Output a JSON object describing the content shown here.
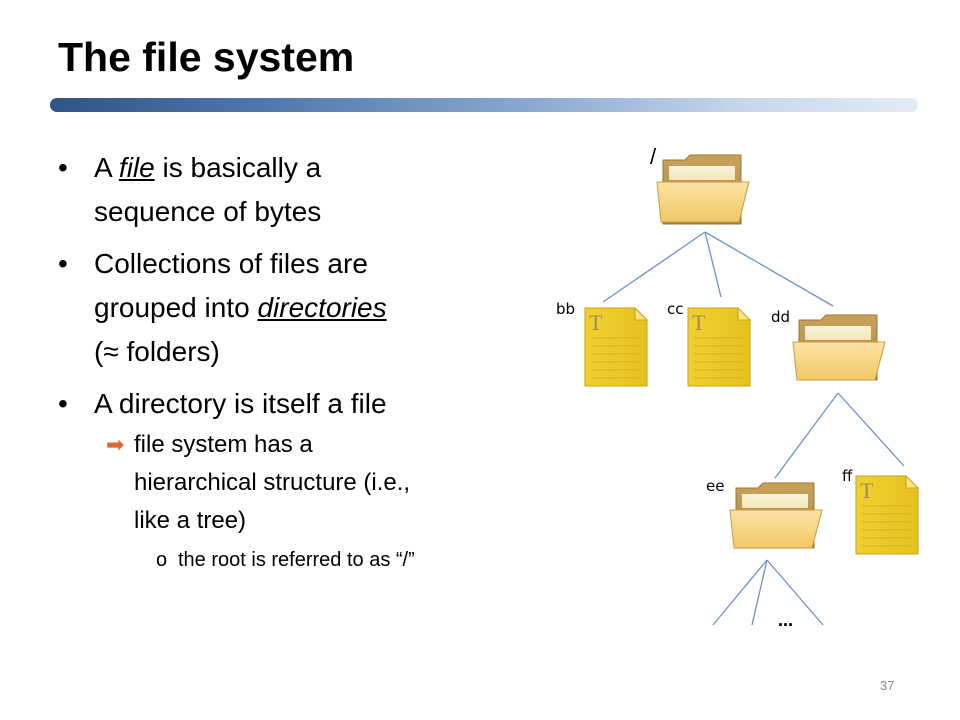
{
  "slide": {
    "title": "The file system",
    "page_number": "37"
  },
  "bullets": {
    "b1_pre": "A ",
    "b1_term": "file",
    "b1_post": " is basically a",
    "b1_line2": "sequence of bytes",
    "b2_line1": "Collections of files are",
    "b2_pre": "grouped into ",
    "b2_term": "directories",
    "b2_line3_pre": "(",
    "b2_approx": "≈",
    "b2_line3_post": " folders)",
    "b3_line1": "A directory is itself a file",
    "sub1_line1": "file system has a",
    "sub1_line2": "hierarchical structure (i.e.,",
    "sub1_line3": "like a tree)",
    "subsub1": "the root is referred to as “/”"
  },
  "tree": {
    "root_label": "/",
    "bb_label": "bb",
    "cc_label": "cc",
    "dd_label": "dd",
    "ee_label": "ee",
    "ff_label": "ff",
    "more_label": "…"
  },
  "icons": {
    "bullet": "bullet-icon",
    "arrow": "arrow-right-icon",
    "folder": "folder-icon",
    "text_file": "text-file-icon"
  },
  "colors": {
    "title_bar_start": "#2f5486",
    "title_bar_end": "#e4ebf5",
    "arrow": "#e4672a",
    "tree_line": "#6b92c4",
    "folder": "#f2c766",
    "file": "#f1d43e"
  }
}
